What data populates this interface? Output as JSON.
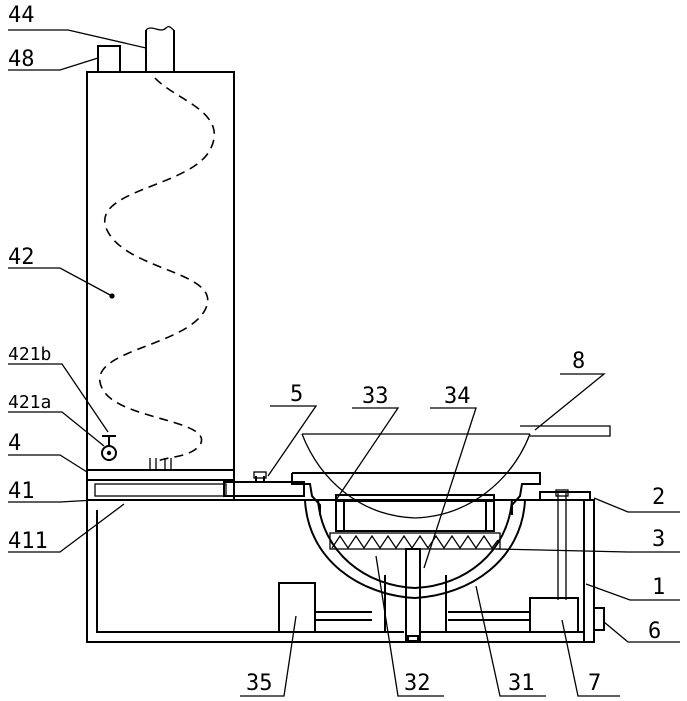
{
  "drawing": {
    "labels": {
      "l44": "44",
      "l48": "48",
      "l42": "42",
      "l421b": "421b",
      "l421a": "421a",
      "l4": "4",
      "l41": "41",
      "l411": "411",
      "l5": "5",
      "l33": "33",
      "l34": "34",
      "l8": "8",
      "l2": "2",
      "l3": "3",
      "l1": "1",
      "l6": "6",
      "l35": "35",
      "l32": "32",
      "l31": "31",
      "l7": "7"
    }
  }
}
